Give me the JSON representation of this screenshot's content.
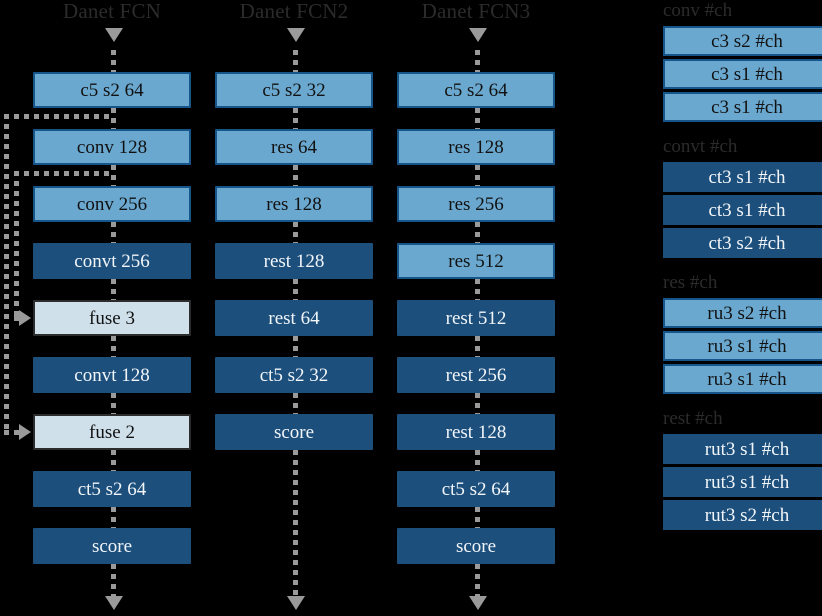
{
  "columns": [
    {
      "title": "Danet FCN",
      "nodes": [
        {
          "label": "c5 s2 64",
          "style": "light"
        },
        {
          "label": "conv 128",
          "style": "light"
        },
        {
          "label": "conv 256",
          "style": "light"
        },
        {
          "label": "convt 256",
          "style": "dark"
        },
        {
          "label": "fuse 3",
          "style": "fuse"
        },
        {
          "label": "convt 128",
          "style": "dark"
        },
        {
          "label": "fuse 2",
          "style": "fuse"
        },
        {
          "label": "ct5 s2 64",
          "style": "dark"
        },
        {
          "label": "score",
          "style": "dark"
        }
      ]
    },
    {
      "title": "Danet FCN2",
      "nodes": [
        {
          "label": "c5 s2 32",
          "style": "light"
        },
        {
          "label": "res 64",
          "style": "light"
        },
        {
          "label": "res 128",
          "style": "light"
        },
        {
          "label": "rest 128",
          "style": "dark"
        },
        {
          "label": "rest 64",
          "style": "dark"
        },
        {
          "label": "ct5 s2 32",
          "style": "dark"
        },
        {
          "label": "score",
          "style": "dark"
        }
      ]
    },
    {
      "title": "Danet FCN3",
      "nodes": [
        {
          "label": "c5 s2 64",
          "style": "light"
        },
        {
          "label": "res 128",
          "style": "light"
        },
        {
          "label": "res 256",
          "style": "light"
        },
        {
          "label": "res 512",
          "style": "light"
        },
        {
          "label": "rest 512",
          "style": "dark"
        },
        {
          "label": "rest 256",
          "style": "dark"
        },
        {
          "label": "rest 128",
          "style": "dark"
        },
        {
          "label": "ct5 s2 64",
          "style": "dark"
        },
        {
          "label": "score",
          "style": "dark"
        }
      ]
    }
  ],
  "skip_connections": [
    {
      "from": "c5 s2 64",
      "to": "fuse 2"
    },
    {
      "from": "conv 128",
      "to": "fuse 3"
    }
  ],
  "legend": {
    "groups": [
      {
        "header": "conv #ch",
        "items": [
          {
            "label": "c3 s2 #ch",
            "style": "light"
          },
          {
            "label": "c3 s1 #ch",
            "style": "light"
          },
          {
            "label": "c3 s1 #ch",
            "style": "light"
          }
        ]
      },
      {
        "header": "convt #ch",
        "items": [
          {
            "label": "ct3 s1 #ch",
            "style": "dark"
          },
          {
            "label": "ct3 s1 #ch",
            "style": "dark"
          },
          {
            "label": "ct3 s2 #ch",
            "style": "dark"
          }
        ]
      },
      {
        "header": "res #ch",
        "items": [
          {
            "label": "ru3 s2 #ch",
            "style": "light"
          },
          {
            "label": "ru3 s1 #ch",
            "style": "light"
          },
          {
            "label": "ru3 s1 #ch",
            "style": "light"
          }
        ]
      },
      {
        "header": "rest #ch",
        "items": [
          {
            "label": "rut3 s1 #ch",
            "style": "dark"
          },
          {
            "label": "rut3 s1 #ch",
            "style": "dark"
          },
          {
            "label": "rut3 s2 #ch",
            "style": "dark"
          }
        ]
      }
    ]
  },
  "colors": {
    "background": "#000000",
    "light_fill": "#6aa8cf",
    "light_border": "#15558a",
    "dark_fill": "#1d4f7c",
    "fuse_fill": "#cfe0ea",
    "fuse_border": "#2c2c2c",
    "connector": "#9a9a9a",
    "title_text": "#2b2b2b"
  }
}
